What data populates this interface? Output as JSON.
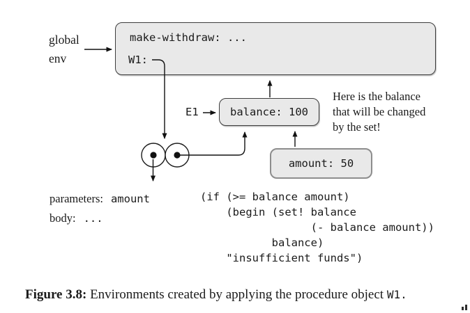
{
  "colors": {
    "background": "#ffffff",
    "box_fill": "#e9e9e9",
    "box_border": "#3d3d3d",
    "amount_box_border": "#8d8d8d",
    "line_color": "#111111"
  },
  "diagram": {
    "global_env_label": [
      "global",
      "env"
    ],
    "global_box": {
      "bindings": [
        "make-withdraw: ...",
        "W1:"
      ]
    },
    "e1_label": "E1",
    "balance_binding": "balance: 100",
    "amount_binding": "amount: 50",
    "annotation_lines": [
      "Here is the balance",
      "that will be changed",
      "by the set!"
    ],
    "procedure_text": {
      "parameters_label": "parameters:",
      "parameters_value": "amount",
      "body_label": "body:",
      "body_value": "..."
    },
    "code": "(if (>= balance amount)\n    (begin (set! balance\n                 (- balance amount))\n           balance)\n    \"insufficient funds\")"
  },
  "caption": {
    "figure_label": "Figure 3.8:",
    "text": " Environments created by applying the procedure object ",
    "code_ref": "W1."
  }
}
